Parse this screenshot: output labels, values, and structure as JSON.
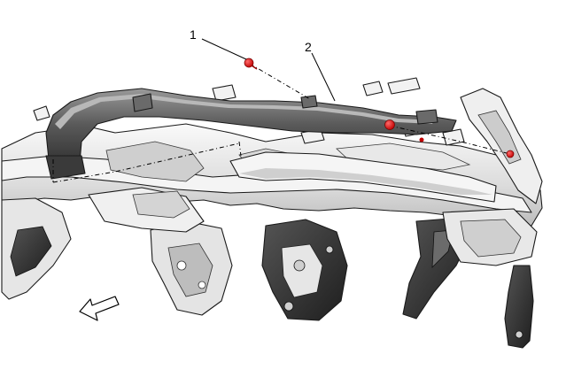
{
  "callouts": [
    {
      "id": "1",
      "label": "1"
    },
    {
      "id": "2",
      "label": "2"
    }
  ],
  "colors": {
    "fastener": "#e00000",
    "duct": "#4a4a4a",
    "duct_highlight": "#8c8c8c",
    "beam": "#e6e6e6",
    "bracket": "#2b2b2b",
    "outline": "#1a1a1a"
  },
  "icons": {
    "direction_arrow": "front-direction-arrow-icon",
    "fastener": "bolt-icon"
  }
}
